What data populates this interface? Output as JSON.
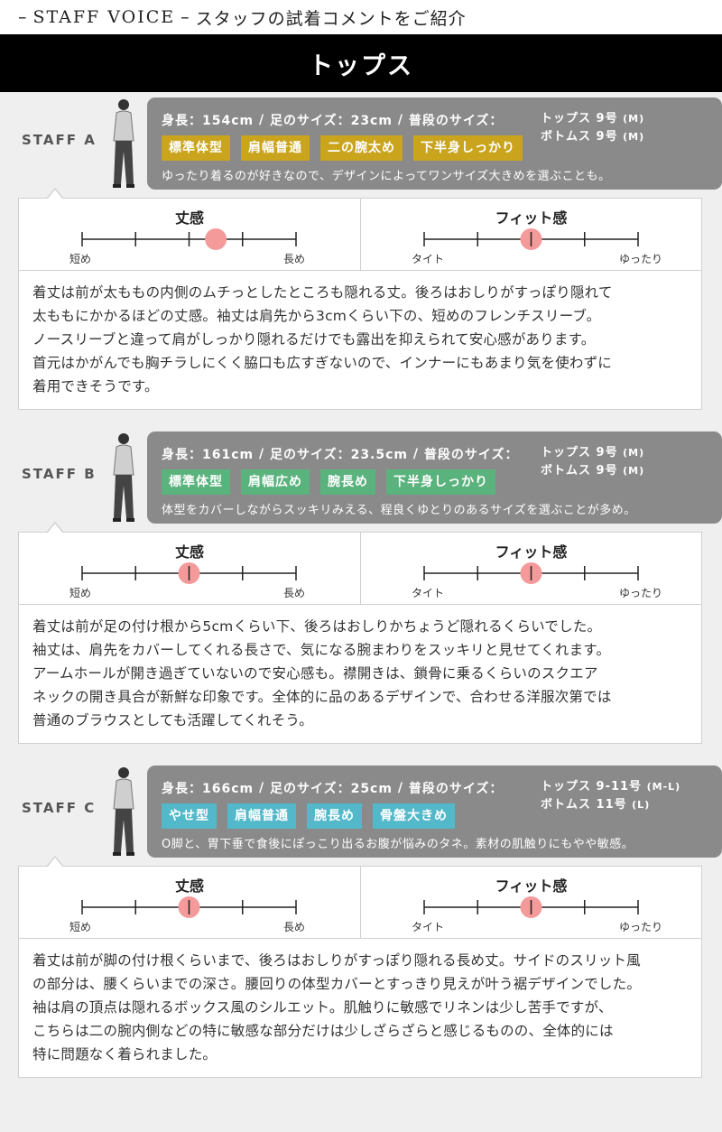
{
  "header": {
    "title_en": "STAFF VOICE",
    "title_jp": "スタッフの試着コメントをご紹介"
  },
  "section": {
    "title": "トップス"
  },
  "colors": {
    "staff_a_tag": "#c9a41c",
    "staff_b_tag": "#5ab27d",
    "staff_c_tag": "#53b8c9",
    "marker": "#f49a9a",
    "info_bg": "#8a8a8a"
  },
  "staff": [
    {
      "label": "STAFF A",
      "height": "身長：154cm",
      "foot": "足のサイズ：23cm",
      "usual": "普段のサイズ：",
      "tops": "トップス 9号",
      "tops_unit": "(M)",
      "bottoms": "ボトムス 9号",
      "bottoms_unit": "(M)",
      "tags": [
        "標準体型",
        "肩幅普通",
        "二の腕太め",
        "下半身しっかり"
      ],
      "comment": "ゆったり着るのが好きなので、デザインによってワンサイズ大きめを選ぶことも。",
      "length_scale": {
        "title": "丈感",
        "min": "短め",
        "max": "長め",
        "value": 2.5
      },
      "fit_scale": {
        "title": "フィット感",
        "min": "タイト",
        "max": "ゆったり",
        "value": 2
      },
      "description": "着丈は前が太ももの内側のムチっとしたところも隠れる丈。後ろはおしりがすっぽり隠れて\n太ももにかかるほどの丈感。袖丈は肩先から3cmくらい下の、短めのフレンチスリーブ。\nノースリーブと違って肩がしっかり隠れるだけでも露出を抑えられて安心感があります。\n首元はかがんでも胸チラしにくく脇口も広すぎないので、インナーにもあまり気を使わずに\n着用できそうです。"
    },
    {
      "label": "STAFF B",
      "height": "身長：161cm",
      "foot": "足のサイズ：23.5cm",
      "usual": "普段のサイズ：",
      "tops": "トップス 9号",
      "tops_unit": "(M)",
      "bottoms": "ボトムス 9号",
      "bottoms_unit": "(M)",
      "tags": [
        "標準体型",
        "肩幅広め",
        "腕長め",
        "下半身しっかり"
      ],
      "comment": "体型をカバーしながらスッキリみえる、程良くゆとりのあるサイズを選ぶことが多め。",
      "length_scale": {
        "title": "丈感",
        "min": "短め",
        "max": "長め",
        "value": 2
      },
      "fit_scale": {
        "title": "フィット感",
        "min": "タイト",
        "max": "ゆったり",
        "value": 2
      },
      "description": "着丈は前が足の付け根から5cmくらい下、後ろはおしりかちょうど隠れるくらいでした。\n袖丈は、肩先をカバーしてくれる長さで、気になる腕まわりをスッキリと見せてくれます。\nアームホールが開き過ぎていないので安心感も。襟開きは、鎖骨に乗るくらいのスクエア\nネックの開き具合が新鮮な印象です。全体的に品のあるデザインで、合わせる洋服次第では\n普通のブラウスとしても活躍してくれそう。"
    },
    {
      "label": "STAFF C",
      "height": "身長：166cm",
      "foot": "足のサイズ：25cm",
      "usual": "普段のサイズ：",
      "tops": "トップス 9-11号",
      "tops_unit": "(M-L)",
      "bottoms": "ボトムス 11号",
      "bottoms_unit": "(L)",
      "tags": [
        "やせ型",
        "肩幅普通",
        "腕長め",
        "骨盤大きめ"
      ],
      "comment": "O脚と、胃下垂で食後にぽっこり出るお腹が悩みのタネ。素材の肌触りにもやや敏感。",
      "length_scale": {
        "title": "丈感",
        "min": "短め",
        "max": "長め",
        "value": 2
      },
      "fit_scale": {
        "title": "フィット感",
        "min": "タイト",
        "max": "ゆったり",
        "value": 2
      },
      "description": "着丈は前が脚の付け根くらいまで、後ろはおしりがすっぽり隠れる長め丈。サイドのスリット風\nの部分は、腰くらいまでの深さ。腰回りの体型カバーとすっきり見えが叶う裾デザインでした。\n袖は肩の頂点は隠れるボックス風のシルエット。肌触りに敏感でリネンは少し苦手ですが、\nこちらは二の腕内側などの特に敏感な部分だけは少しざらざらと感じるものの、全体的には\n特に問題なく着られました。"
    }
  ]
}
